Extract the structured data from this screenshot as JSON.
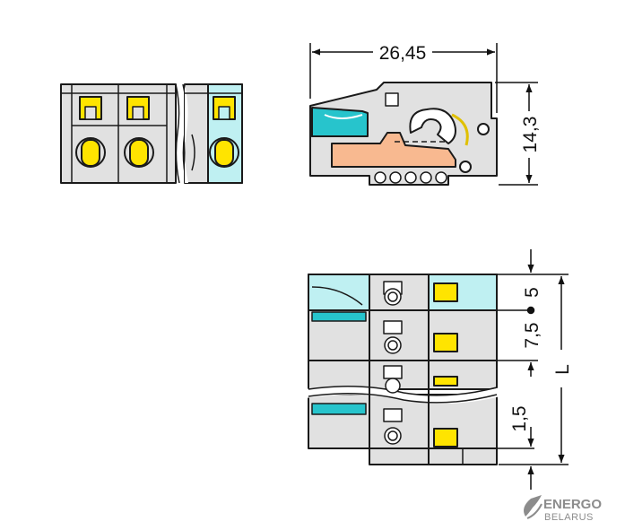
{
  "dimensions": {
    "width": "26,45",
    "height": "14,3",
    "pitch_a": "5",
    "pitch_b": "7,5",
    "length": "L",
    "offset": "1,5"
  },
  "logo": {
    "line1": "ENERGO",
    "line2": "BELARUS"
  },
  "colors": {
    "housing": "#e1e1e1",
    "outline": "#1a1a1a",
    "actuator": "#ffe400",
    "cyan": "#27c4cc",
    "cyan_light": "#bff0f2",
    "orange": "#f8b990",
    "logo": "#8c8c8c"
  }
}
